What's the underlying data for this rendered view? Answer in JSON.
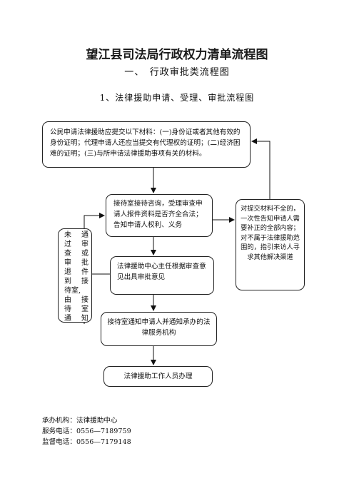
{
  "header": {
    "title": "望江县司法局行政权力清单流程图",
    "subtitle": "一、　行政审批类流程图",
    "subsubtitle": "1、法律援助申请、受理、审批流程图"
  },
  "flow": {
    "submit": "公民申请法律援助应提交以下材料：(一)身份证或者其他有效的身份证明；代理申请人还应当提交有代理权的证明；(二)经济困难的证明；(三)与所申请法律援助事项有关的材料。",
    "reception": "接待室接待咨询，受理审查申请人报件资料是否齐全合法；告知申请人权利、义务",
    "director": "法律援助中心主任根据审查意见出具审批意见",
    "notify": "接待室通知申请人并通知承办的法律服务机构",
    "handle": "法律援助工作人员办理",
    "side": "对提交材料不全的，一次性告知申请人需要补正的全部内容；对不属于法律援助范围的，指引来访人寻求其他解决渠道",
    "left": {
      "col1": [
        "未",
        "过",
        "查",
        "审",
        "退",
        "到",
        "待室,",
        "由",
        "待",
        "通"
      ],
      "col2": [
        "通",
        "审",
        "或",
        "批",
        "件",
        "接",
        "",
        "接",
        "室",
        "知"
      ]
    }
  },
  "footer": {
    "agency": "承办机构：法律援助中心",
    "phone": "服务电话：0556—7189759",
    "supervision": "监督电话：0556—7179148"
  }
}
